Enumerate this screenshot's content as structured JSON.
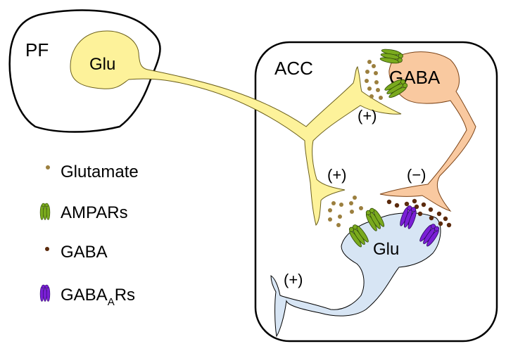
{
  "regions": {
    "pf": "PF",
    "acc": "ACC"
  },
  "neurons": {
    "pf_glu": "Glu",
    "acc_gaba": "GABA",
    "acc_glu": "Glu"
  },
  "synapse_signs": {
    "pf_to_gaba": "(+)",
    "pf_to_glu": "(+)",
    "gaba_to_glu": "(−)",
    "glu_output": "(+)"
  },
  "legend": {
    "glutamate": "Glutamate",
    "ampars": "AMPARs",
    "gaba": "GABA",
    "gabaars_main": "GABA",
    "gabaars_sub": "A",
    "gabaars_suffix": "Rs"
  },
  "colors": {
    "glu_neuron": "#fdf29a",
    "gaba_neuron": "#f9c9a0",
    "acc_glu_neuron": "#d7e5f4",
    "glutamate_dot": "#9b7f3e",
    "gaba_dot": "#5b2a0c",
    "ampar": "#7aaa1e",
    "gabaar": "#7a1fd6"
  }
}
